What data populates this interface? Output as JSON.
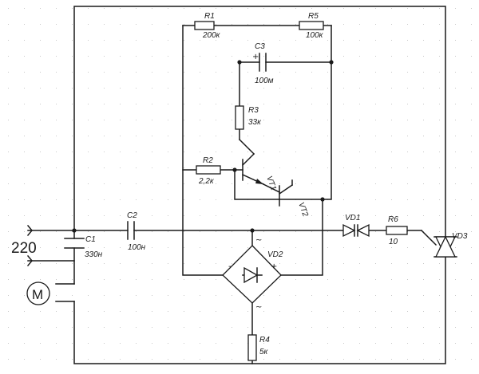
{
  "supply": {
    "voltage": "220"
  },
  "motor": {
    "symbol": "M"
  },
  "components": {
    "R1": {
      "ref": "R1",
      "value": "200к"
    },
    "R2": {
      "ref": "R2",
      "value": "2,2к"
    },
    "R3": {
      "ref": "R3",
      "value": "33к"
    },
    "R4": {
      "ref": "R4",
      "value": "5к"
    },
    "R5": {
      "ref": "R5",
      "value": "100к"
    },
    "R6": {
      "ref": "R6",
      "value": "10"
    },
    "C1": {
      "ref": "C1",
      "value": "330н"
    },
    "C2": {
      "ref": "C2",
      "value": "100н"
    },
    "C3": {
      "ref": "C3",
      "value": "100м"
    },
    "VT1": {
      "ref": "VT1"
    },
    "VT2": {
      "ref": "VT2"
    },
    "VD1": {
      "ref": "VD1"
    },
    "VD2": {
      "ref": "VD2"
    },
    "VD3": {
      "ref": "VD3"
    }
  },
  "marks": {
    "plus": "+",
    "minus": "-",
    "tilde": "~"
  }
}
